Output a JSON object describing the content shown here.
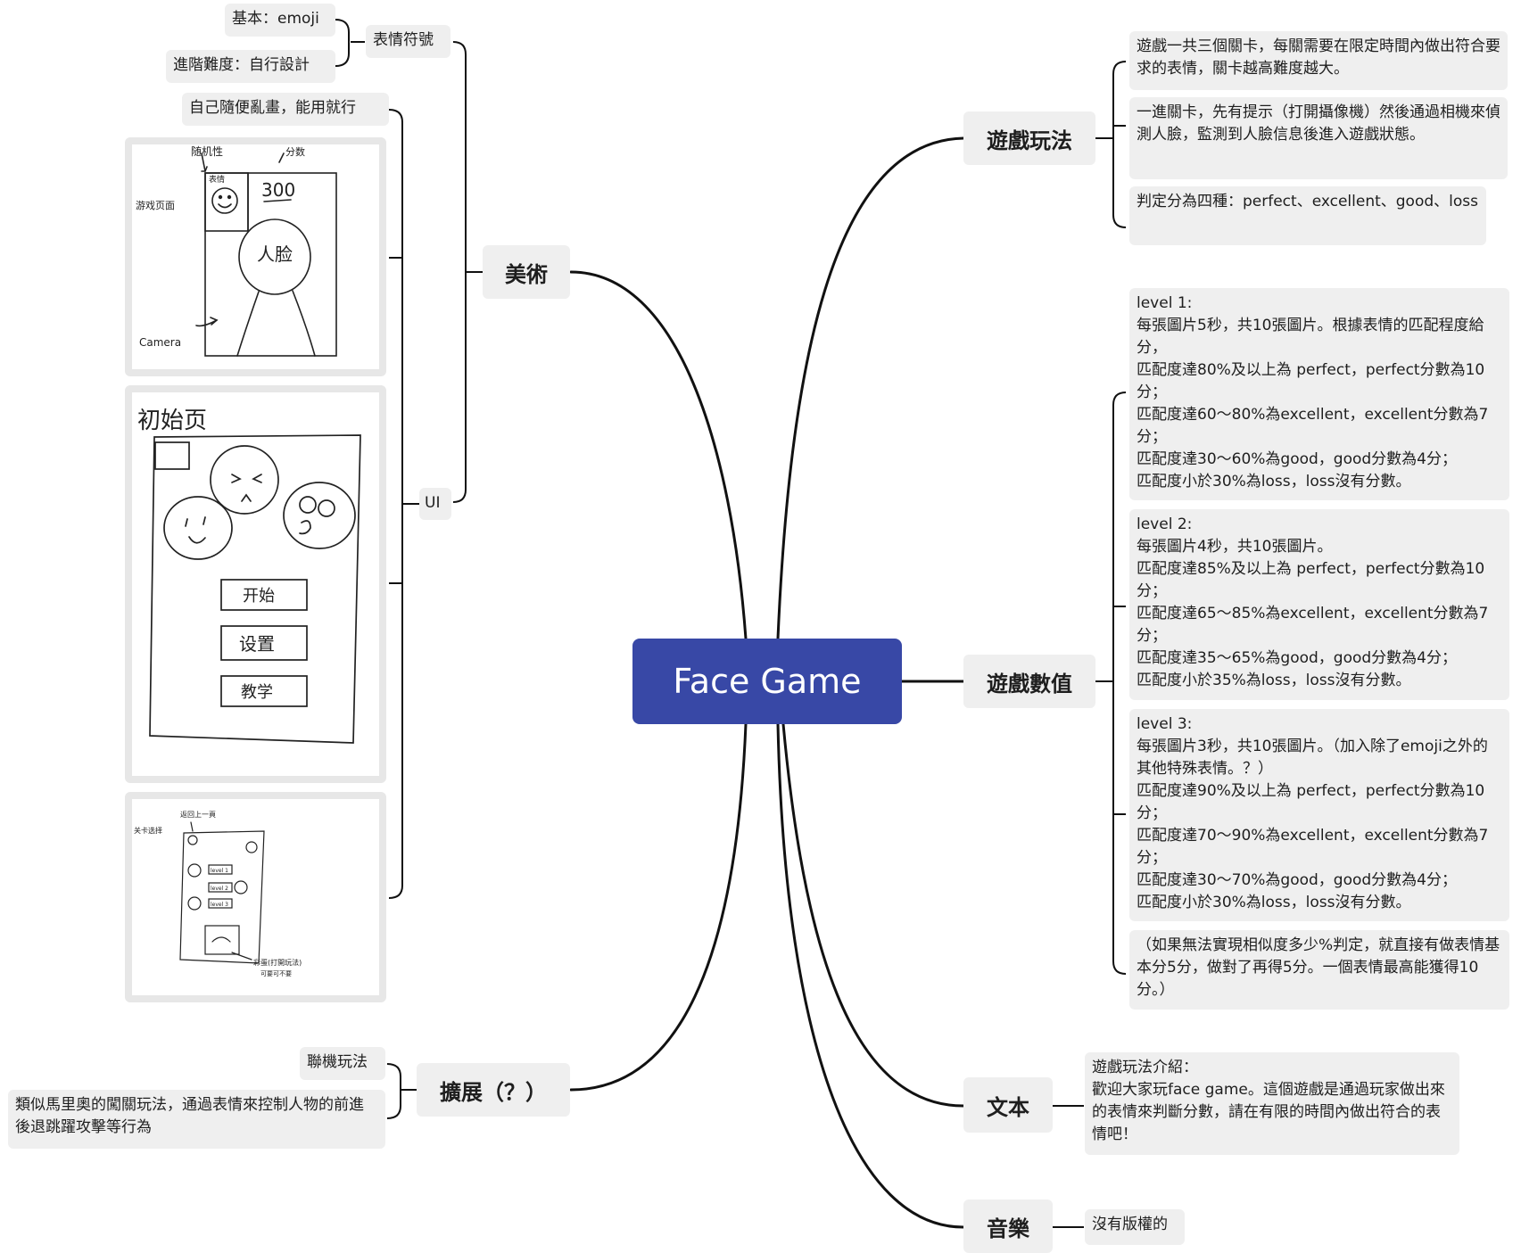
{
  "root": {
    "title": "Face Game"
  },
  "right": {
    "gameplay": {
      "label": "遊戲玩法",
      "items": [
        "遊戲一共三個關卡，每關需要在限定時間內做出符合要求的表情，關卡越高難度越大。",
        "一進關卡，先有提示（打開攝像機）然後通過相機來偵測人臉，監測到人臉信息後進入遊戲狀態。",
        "判定分為四種：perfect、excellent、good、loss"
      ]
    },
    "values": {
      "label": "遊戲數值",
      "items": [
        "level 1:\n每張圖片5秒，共10張圖片。根據表情的匹配程度給分，\n匹配度達80%及以上為 perfect，perfect分數為10分；\n匹配度達60～80%為excellent，excellent分數為7分；\n匹配度達30～60%為good，good分數為4分；\n匹配度小於30%為loss，loss沒有分數。",
        "level 2:\n每張圖片4秒，共10張圖片。\n匹配度達85%及以上為 perfect，perfect分數為10分；\n匹配度達65～85%為excellent，excellent分數為7分；\n匹配度達35～65%為good，good分數為4分；\n匹配度小於35%為loss，loss沒有分數。",
        "level 3:\n每張圖片3秒，共10張圖片。（加入除了emoji之外的其他特殊表情。？）\n匹配度達90%及以上為 perfect，perfect分數為10分；\n匹配度達70～90%為excellent，excellent分數為7分；\n匹配度達30～70%為good，good分數為4分；\n匹配度小於30%為loss，loss沒有分數。",
        "（如果無法實現相似度多少%判定，就直接有做表情基本分5分，做對了再得5分。一個表情最高能獲得10分。）"
      ]
    },
    "text": {
      "label": "文本",
      "item": "遊戲玩法介紹：\n歡迎大家玩face game。這個遊戲是通過玩家做出來的表情來判斷分數，請在有限的時間內做出符合的表情吧！"
    },
    "music": {
      "label": "音樂",
      "item": "沒有版權的"
    }
  },
  "left": {
    "art": {
      "label": "美術",
      "emoji": {
        "label": "表情符號",
        "basic": "基本：emoji",
        "advanced": "進階難度：自行設計"
      },
      "ui": {
        "label": "UI",
        "note": "自己隨便亂畫，能用就行",
        "sketch1": {
          "title": "游戏页面",
          "random": "随机性",
          "expression": "表情",
          "score_tag": "分数",
          "score": "300",
          "face": "人脸",
          "camera": "Camera"
        },
        "sketch2": {
          "title": "初始页",
          "start": "开始",
          "settings": "设置",
          "tutorial": "教学"
        },
        "sketch3": {
          "back": "返回上一頁",
          "select": "关卡选择",
          "level1": "level 1",
          "level2": "level 2",
          "level3": "level 3",
          "note1": "彩蛋(打開玩法)",
          "note2": "可要可不要"
        }
      }
    },
    "expand": {
      "label": "擴展（？）",
      "online": "聯機玩法",
      "mario": "類似馬里奧的闖關玩法，通過表情來控制人物的前進後退跳躍攻擊等行為"
    }
  }
}
